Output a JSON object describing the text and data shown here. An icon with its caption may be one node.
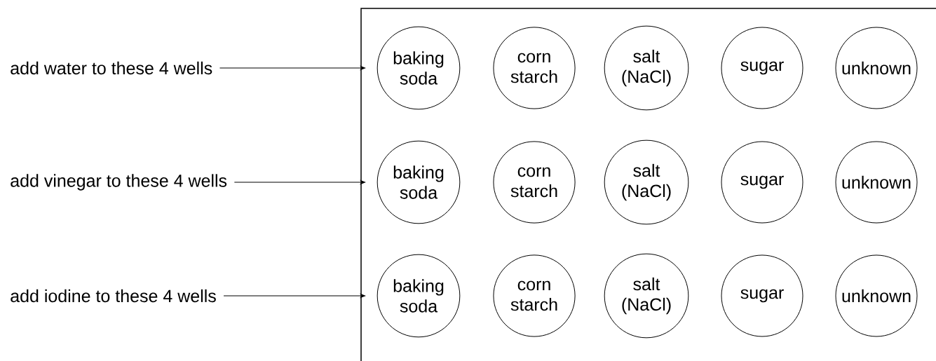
{
  "diagram": {
    "nodes": [
      {
        "text": [],
        "shape": "box"
      },
      {
        "text": [
          "baking soda"
        ],
        "in": 0
      },
      {
        "text": [
          "corn starch"
        ],
        "in": 0
      },
      {
        "text": [
          "salt (NaCl)"
        ],
        "in": 0
      },
      {
        "text": [
          "sugar"
        ],
        "in": 0
      },
      {
        "text": [
          "unknown"
        ],
        "in": 0
      },
      {
        "text": [
          "baking soda"
        ],
        "in": 0
      },
      {
        "text": [
          "corn starch"
        ],
        "in": 0
      },
      {
        "text": [
          "salt (NaCl)"
        ],
        "in": 0
      },
      {
        "text": [
          "sugar"
        ],
        "in": 0
      },
      {
        "text": [
          "unknown"
        ],
        "in": 0
      },
      {
        "text": [
          "baking soda"
        ],
        "in": 0
      },
      {
        "text": [
          "corn starch"
        ],
        "in": 0
      },
      {
        "text": [
          "salt (NaCl)"
        ],
        "in": 0
      },
      {
        "text": [
          "sugar"
        ],
        "in": 0
      },
      {
        "text": [
          "unknown"
        ],
        "in": 0
      },
      {
        "text": [
          "add water to these 4 wells"
        ]
      },
      {
        "text": [
          "add vinegar to these 4 wells"
        ]
      },
      {
        "text": [
          "add iodine to these 4 wells"
        ]
      }
    ],
    "edges": [
      {
        "from": 16,
        "to": 0,
        "arrow": "to"
      },
      {
        "from": 17,
        "to": 0,
        "arrow": "to"
      },
      {
        "from": 18,
        "to": 0,
        "arrow": "to"
      }
    ]
  }
}
